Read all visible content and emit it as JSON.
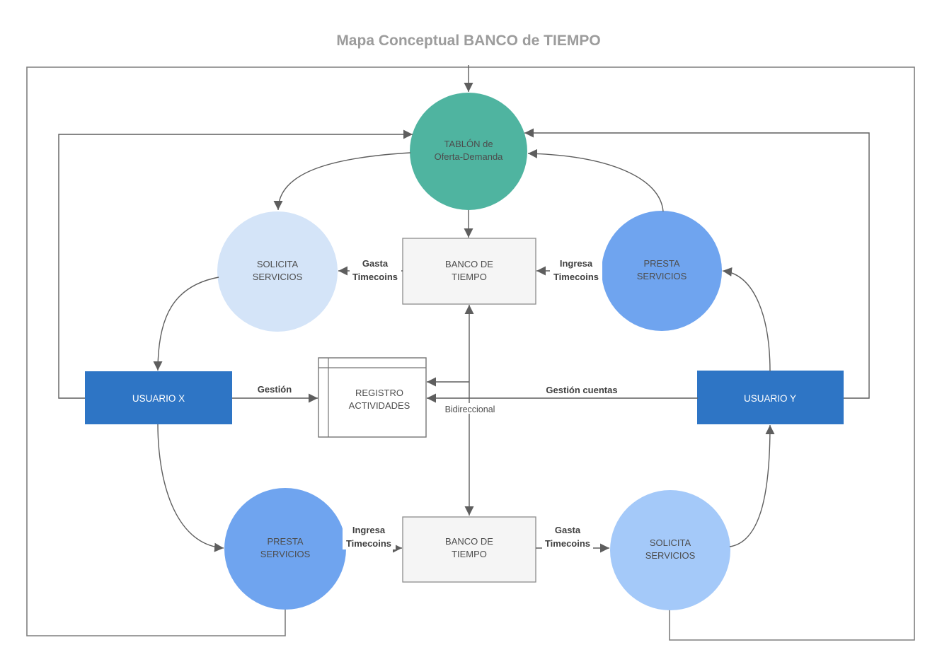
{
  "title": "Mapa Conceptual BANCO de TIEMPO",
  "colors": {
    "tablon_fill": "#4FB4A0",
    "solicita_light_fill": "#D4E4F8",
    "presta_fill": "#6FA4EF",
    "solicita_soft_fill": "#A4C9F9",
    "usuario_fill": "#2E75C5",
    "banco_fill": "#F5F5F5",
    "edge_color": "#5E5E5E",
    "frame_color": "#7F7F7F",
    "title_color": "#9C9C9C",
    "node_text_color": "#4D4D4D"
  },
  "nodes": {
    "tablon": {
      "line1": "TABLÓN de",
      "line2": "Oferta-Demanda"
    },
    "solicita_tl": {
      "line1": "SOLICITA",
      "line2": "SERVICIOS"
    },
    "presta_tr": {
      "line1": "PRESTA",
      "line2": "SERVICIOS"
    },
    "banco_top": {
      "line1": "BANCO DE",
      "line2": "TIEMPO"
    },
    "usuario_x": {
      "label": "USUARIO X"
    },
    "usuario_y": {
      "label": "USUARIO Y"
    },
    "registro": {
      "line1": "REGISTRO",
      "line2": "ACTIVIDADES"
    },
    "presta_bl": {
      "line1": "PRESTA",
      "line2": "SERVICIOS"
    },
    "banco_bottom": {
      "line1": "BANCO DE",
      "line2": "TIEMPO"
    },
    "solicita_br": {
      "line1": "SOLICITA",
      "line2": "SERVICIOS"
    }
  },
  "edge_labels": {
    "gasta_top": {
      "line1": "Gasta",
      "line2": "Timecoins"
    },
    "ingresa_top": {
      "line1": "Ingresa",
      "line2": "Timecoins"
    },
    "gestion": "Gestión",
    "gestion_cuentas": "Gestión cuentas",
    "bidireccional": "Bidireccional",
    "ingresa_bottom": {
      "line1": "Ingresa",
      "line2": "Timecoins"
    },
    "gasta_bottom": {
      "line1": "Gasta",
      "line2": "Timecoins"
    }
  }
}
